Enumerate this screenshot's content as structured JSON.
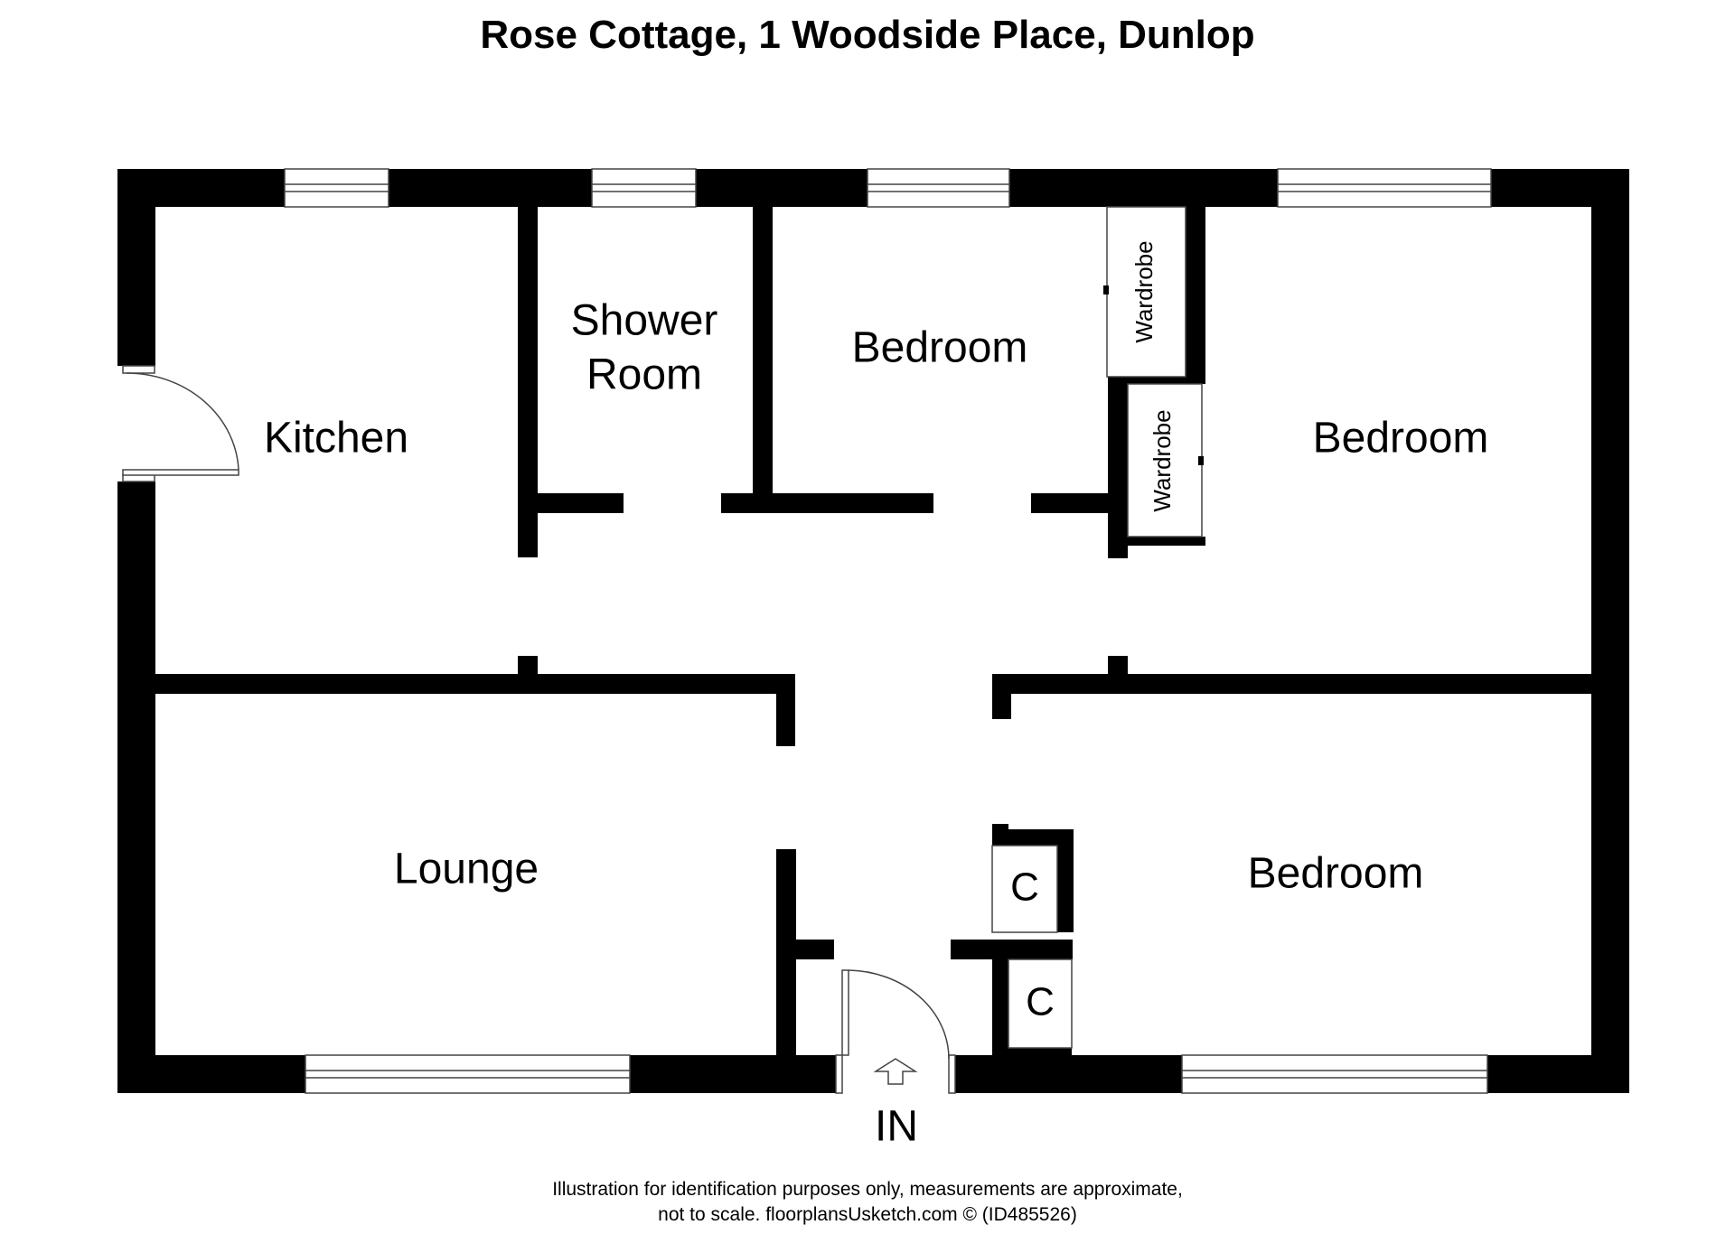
{
  "plan": {
    "title": "Rose Cottage, 1 Woodside Place, Dunlop",
    "entrance_label": "IN",
    "rooms": {
      "kitchen": "Kitchen",
      "shower_room_line1": "Shower",
      "shower_room_line2": "Room",
      "bedroom_top": "Bedroom",
      "bedroom_right": "Bedroom",
      "bedroom_bottom": "Bedroom",
      "lounge": "Lounge",
      "wardrobe_top": "Wardrobe",
      "wardrobe_bottom": "Wardrobe",
      "cupboard_upper": "C",
      "cupboard_lower": "C"
    },
    "disclaimer_line1": "Illustration for identification purposes only, measurements are approximate,",
    "disclaimer_line2": "not to scale. floorplansUsketch.com © (ID485526)"
  }
}
